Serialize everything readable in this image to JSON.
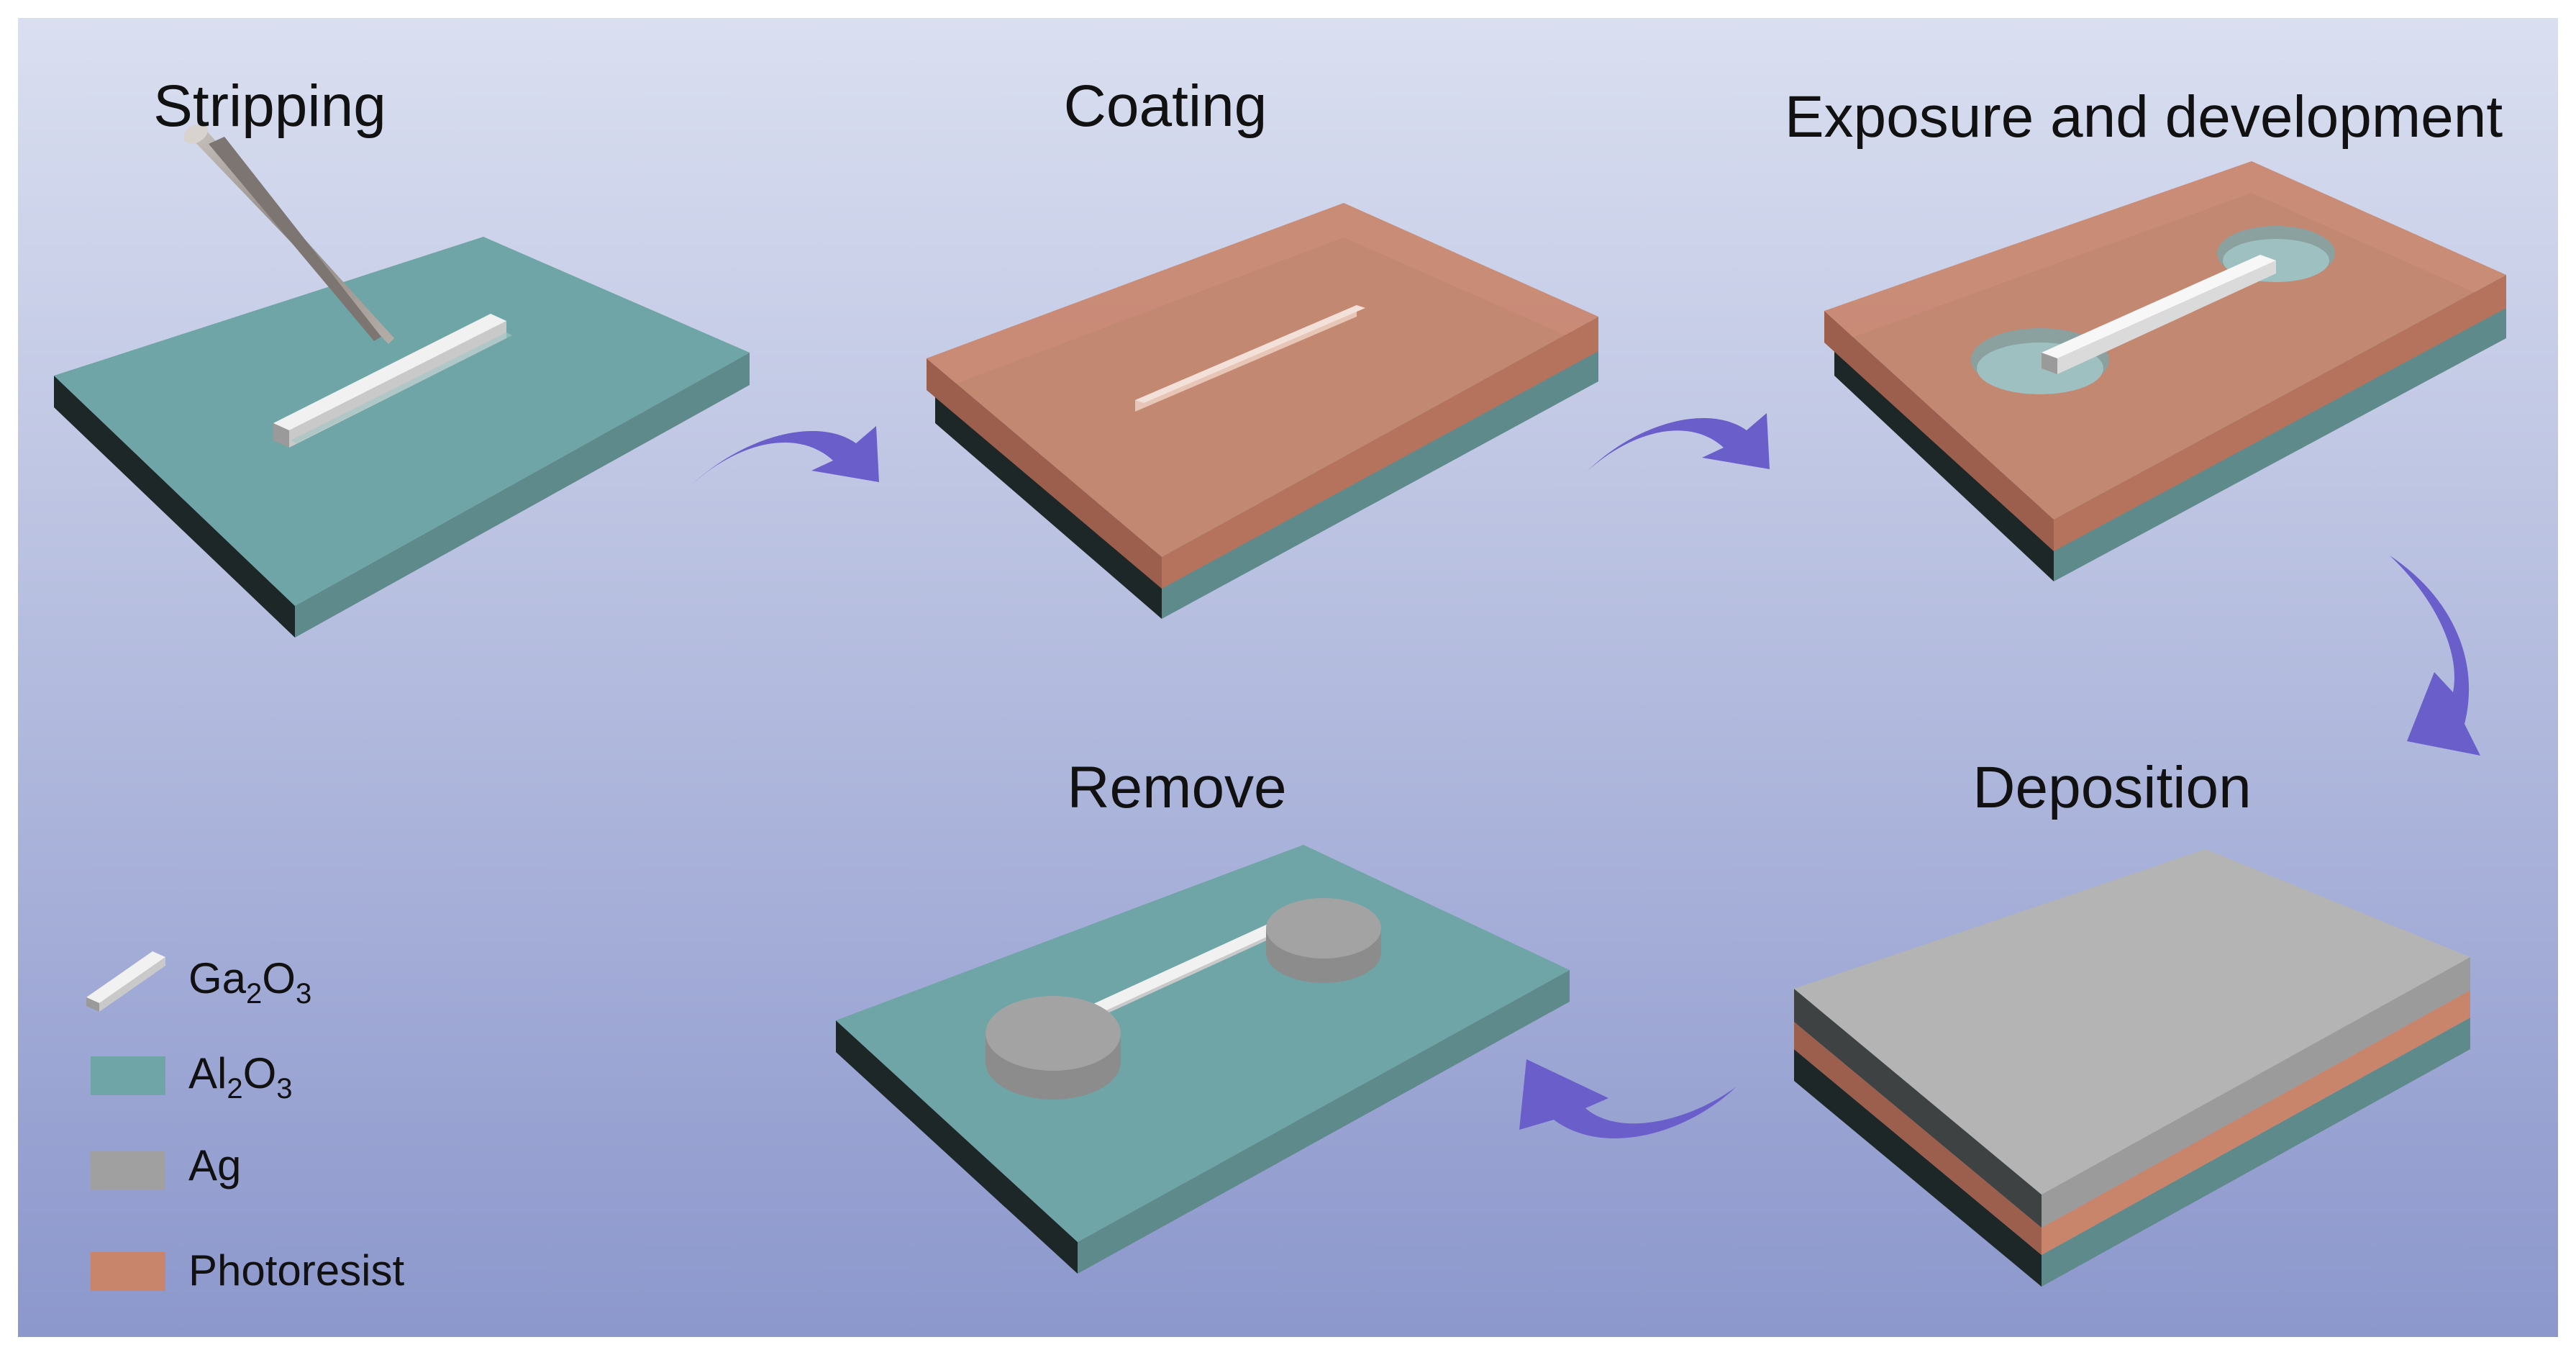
{
  "steps": {
    "stripping": "Stripping",
    "coating": "Coating",
    "exposure": "Exposure and development",
    "deposition": "Deposition",
    "remove": "Remove"
  },
  "legend": {
    "ga2o3": {
      "pre": "Ga",
      "sub1": "2",
      "mid": "O",
      "sub2": "3"
    },
    "al2o3": {
      "pre": "Al",
      "sub1": "2",
      "mid": "O",
      "sub2": "3"
    },
    "ag": "Ag",
    "photoresist": "Photoresist"
  },
  "colors": {
    "ga2o3": "#e4e4e4",
    "al2o3": "#6fa5a6",
    "ag": "#a0a0a0",
    "photoresist": "#c9856c",
    "arrow": "#6a5ecb",
    "background_top": "#dadff0",
    "background_bottom": "#8c97cc"
  },
  "icons": {
    "tweezers": "tweezers-icon",
    "arrow": "curved-arrow-icon"
  }
}
